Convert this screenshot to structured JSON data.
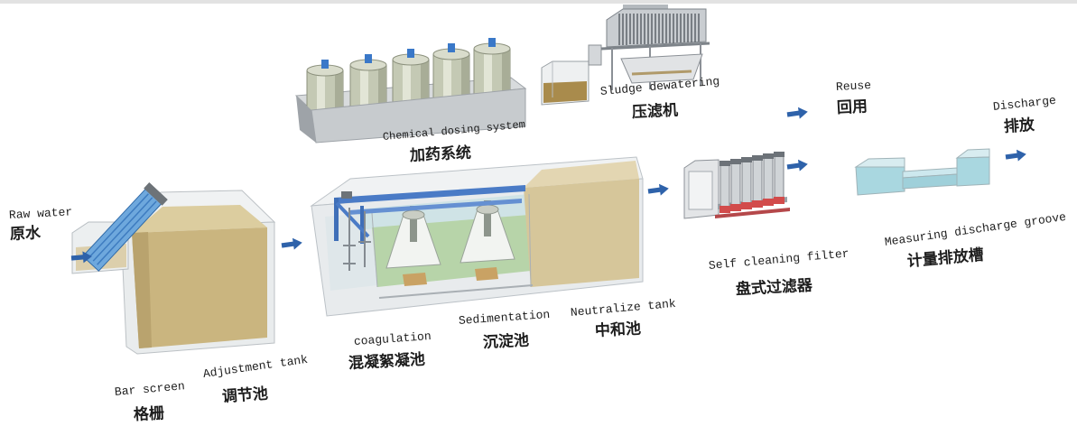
{
  "labels": {
    "raw_water": {
      "en": "Raw water",
      "zh": "原水"
    },
    "bar_screen": {
      "en": "Bar screen",
      "zh": "格栅"
    },
    "adjustment_tank": {
      "en": "Adjustment tank",
      "zh": "调节池"
    },
    "coagulation": {
      "en": "coagulation",
      "zh": "混凝絮凝池"
    },
    "sedimentation": {
      "en": "Sedimentation",
      "zh": "沉淀池"
    },
    "neutralize_tank": {
      "en": "Neutralize tank",
      "zh": "中和池"
    },
    "chemical_dosing_system": {
      "en": "Chemical dosing system",
      "zh": "加药系统"
    },
    "sludge_dewatering": {
      "en": "Sludge dewatering",
      "zh": "压滤机"
    },
    "self_cleaning_filter": {
      "en": "Self cleaning filter",
      "zh": "盘式过滤器"
    },
    "reuse": {
      "en": "Reuse",
      "zh": "回用"
    },
    "measuring_discharge_groove": {
      "en": "Measuring discharge groove",
      "zh": "计量排放槽"
    },
    "discharge": {
      "en": "Discharge",
      "zh": "排放"
    }
  },
  "icons": {
    "flow_arrow": "flow-arrow-icon"
  },
  "colors": {
    "flow_arrow": "#2e62aa",
    "wastewater": "#cab57f",
    "neutralize_water": "#d6c69a",
    "sedimentation_water": "#b7d4a9",
    "clean_water": "#a9d7e0",
    "bar_screen": "#6ea8dd",
    "dosing_motor": "#3a78c8",
    "sludge": "#a98b4c",
    "filter_disc": "#d24b4b"
  }
}
